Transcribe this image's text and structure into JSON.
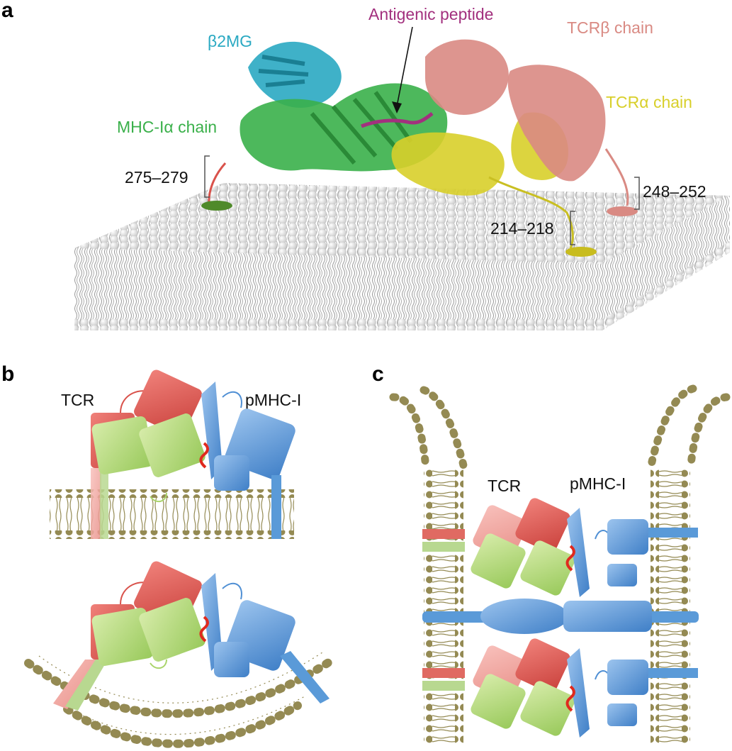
{
  "panels": {
    "a": {
      "letter": "a",
      "labels": {
        "antigenic_peptide": "Antigenic peptide",
        "b2mg": "β2MG",
        "tcr_beta": "TCRβ chain",
        "tcr_alpha": "TCRα chain",
        "mhc_alpha": "MHC-Iα chain",
        "range_mhc": "275–279",
        "range_beta": "248–252",
        "range_alpha": "214–218"
      }
    },
    "b": {
      "letter": "b",
      "tcr_label": "TCR",
      "pmhc_label": "pMHC-I"
    },
    "c": {
      "letter": "c",
      "tcr_label": "TCR",
      "pmhc_label": "pMHC-I"
    }
  },
  "colors": {
    "peptide": "#a2307e",
    "b2mg": "#2aa9c2",
    "tcr_beta": "#d98a83",
    "tcr_alpha": "#d8cf2a",
    "mhc_alpha": "#3ab04a",
    "membrane_head": "#948a53",
    "membrane_ball": "#e0e0e0",
    "red_box": "#d9524b",
    "green_box": "#a9d46a",
    "blue_box": "#4f8fd4"
  }
}
